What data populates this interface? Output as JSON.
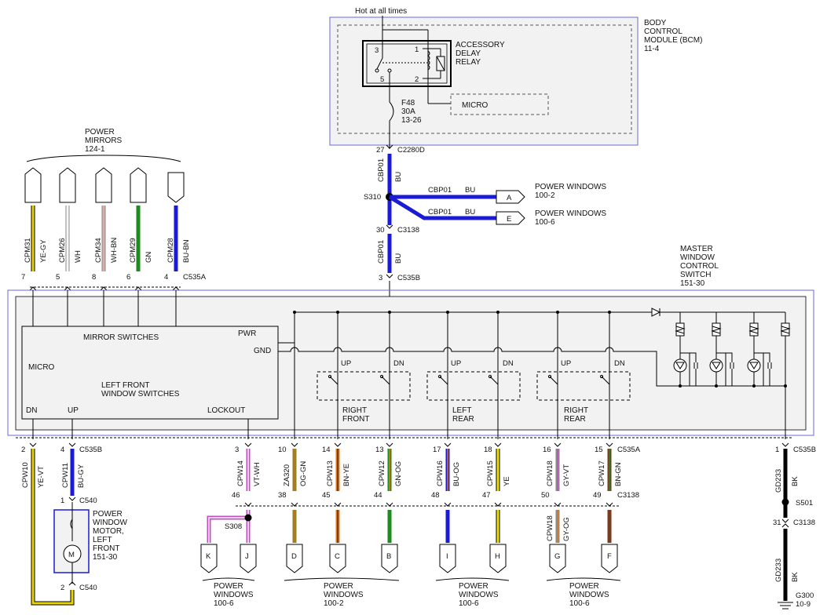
{
  "colors": {
    "blue": "#1b1bd6",
    "yellow": "#e8d400",
    "white": "#f2f2f2",
    "pink": "#c8908a",
    "green": "#1f8a1f",
    "orange": "#e07b10",
    "brown": "#7a3a1f",
    "gray": "#8a8a8a",
    "violet": "#c050c0",
    "black": "#000000",
    "olive": "#8a8a20",
    "module_fill": "#f2f2f2",
    "module_border": "#6a6ad8"
  },
  "top": {
    "hot_label": "Hot at all times",
    "bcm_label": [
      "BODY",
      "CONTROL",
      "MODULE (BCM)",
      "11-4"
    ],
    "relay_label": [
      "ACCESSORY",
      "DELAY",
      "RELAY"
    ],
    "relay_pins": [
      "3",
      "5",
      "2",
      "1"
    ],
    "micro_box": "MICRO",
    "fuse_label": [
      "F48",
      "30A",
      "13-26"
    ],
    "c2280d_pin": "27",
    "c2280d": "C2280D",
    "wire_cbp01": "CBP01",
    "wire_bu": "BU",
    "splice_s310": "S310",
    "c3138_pin": "30",
    "c3138": "C3138",
    "c535b_pin": "3",
    "c535b": "C535B",
    "branch_a_letter": "A",
    "branch_a_label": [
      "POWER WINDOWS",
      "100-2"
    ],
    "branch_e_letter": "E",
    "branch_e_label": [
      "POWER WINDOWS",
      "100-6"
    ]
  },
  "mirrors": {
    "label": [
      "POWER",
      "MIRRORS",
      "124-1"
    ],
    "connector": "C535A",
    "wires": [
      {
        "circuit": "CPM31",
        "color_code": "YE-GY",
        "pin": "7"
      },
      {
        "circuit": "CPM26",
        "color_code": "WH",
        "pin": "5"
      },
      {
        "circuit": "CPM34",
        "color_code": "WH-BN",
        "pin": "8"
      },
      {
        "circuit": "CPM29",
        "color_code": "GN",
        "pin": "6"
      },
      {
        "circuit": "CPM28",
        "color_code": "BU-BN",
        "pin": "4"
      }
    ]
  },
  "master": {
    "label": [
      "MASTER",
      "WINDOW",
      "CONTROL",
      "SWITCH",
      "151-30"
    ],
    "mirror_switches": "MIRROR SWITCHES",
    "pwr": "PWR",
    "gnd": "GND",
    "micro": "MICRO",
    "lfws": [
      "LEFT FRONT",
      "WINDOW SWITCHES"
    ],
    "dn": "DN",
    "up": "UP",
    "lockout": "LOCKOUT",
    "switches": [
      {
        "up": "UP",
        "dn": "DN",
        "name": [
          "RIGHT",
          "FRONT"
        ]
      },
      {
        "up": "UP",
        "dn": "DN",
        "name": [
          "LEFT",
          "REAR"
        ]
      },
      {
        "up": "UP",
        "dn": "DN",
        "name": [
          "RIGHT",
          "REAR"
        ]
      }
    ]
  },
  "left_front": {
    "dn_wire": {
      "pin": "2",
      "circuit": "CPW10",
      "color_code": "YE-VT"
    },
    "up_wire": {
      "pin": "4",
      "circuit": "CPW11",
      "color_code": "BU-GY",
      "connector": "C535B"
    },
    "motor_pin_top": "1",
    "motor_pin_bottom": "2",
    "c540": "C540",
    "motor_symbol": "M",
    "motor_label": [
      "POWER",
      "WINDOW",
      "MOTOR,",
      "LEFT",
      "FRONT",
      "151-30"
    ]
  },
  "bottom": {
    "connector_top": "C535A",
    "connector_c3138": "C3138",
    "splice_s308": "S308",
    "wires": [
      {
        "pin": "3",
        "circuit": "CPW14",
        "color_code": "VT-WH",
        "pin2": "46"
      },
      {
        "pin": "10",
        "circuit": "ZA320",
        "color_code": "OG-GN",
        "pin2": "38"
      },
      {
        "pin": "14",
        "circuit": "CPW13",
        "color_code": "BN-YE",
        "pin2": "45"
      },
      {
        "pin": "13",
        "circuit": "CPW12",
        "color_code": "GN-OG",
        "pin2": "44"
      },
      {
        "pin": "17",
        "circuit": "CPW16",
        "color_code": "BU-OG",
        "pin2": "48"
      },
      {
        "pin": "18",
        "circuit": "CPW15",
        "color_code": "YE",
        "pin2": "47"
      },
      {
        "pin": "16",
        "circuit": "CPW18",
        "color_code": "GY-VT",
        "pin2": "50",
        "circuit_b": "CPW18",
        "color_code_b": "GY-OG"
      },
      {
        "pin": "15",
        "circuit": "CPW17",
        "color_code": "BN-GN",
        "pin2": "49"
      }
    ],
    "letters": [
      "K",
      "J",
      "D",
      "C",
      "B",
      "I",
      "H",
      "G",
      "F"
    ],
    "groups": [
      [
        "POWER",
        "WINDOWS",
        "100-6"
      ],
      [
        "POWER",
        "WINDOWS",
        "100-2"
      ],
      [
        "POWER",
        "WINDOWS",
        "100-6"
      ],
      [
        "POWER",
        "WINDOWS",
        "100-6"
      ]
    ]
  },
  "ground": {
    "pin": "1",
    "connector": "C535B",
    "circuit": "GD233",
    "color_code": "BK",
    "splice": "S501",
    "c3138_pin": "31",
    "c3138": "C3138",
    "g300": "G300",
    "g300_ref": "10-9"
  }
}
